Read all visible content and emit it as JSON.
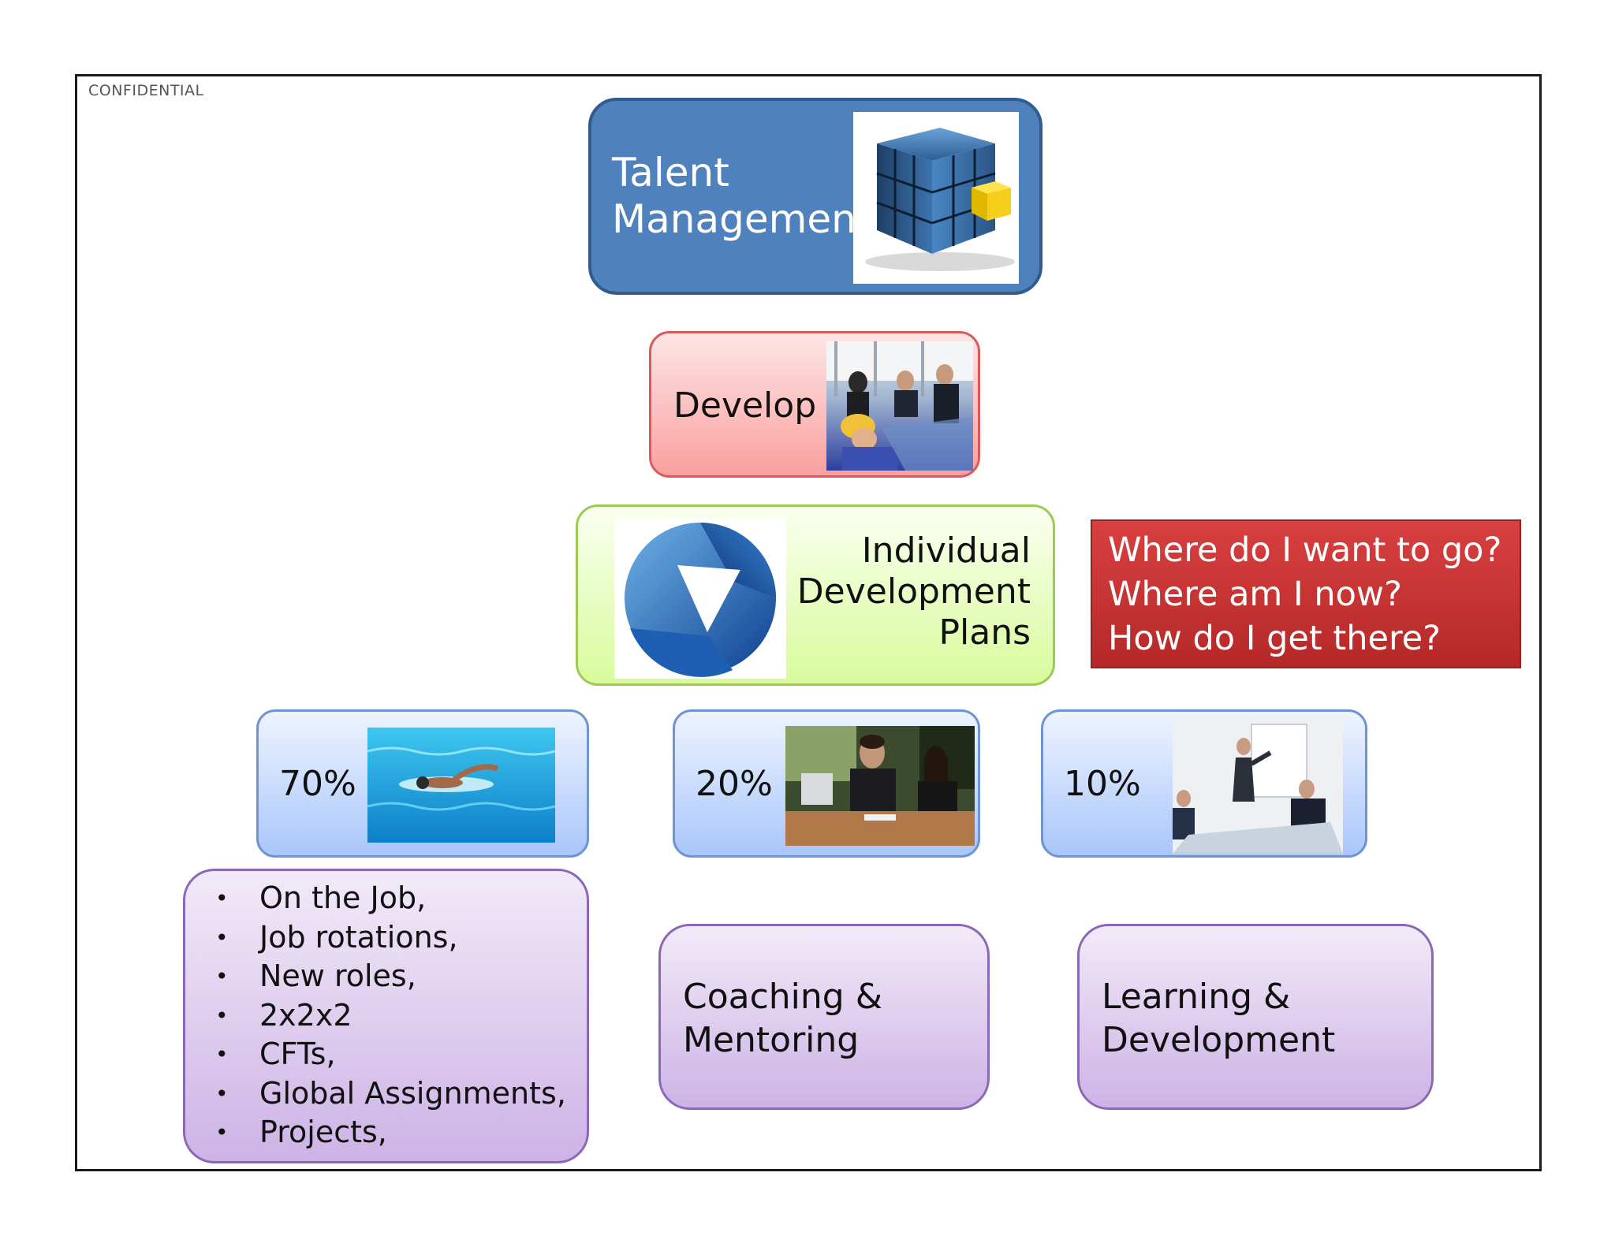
{
  "header": {
    "confidential": "CONFIDENTIAL"
  },
  "talent": {
    "line1": "Talent",
    "line2": "Management"
  },
  "develop": {
    "label": "Develop"
  },
  "idp": {
    "line1": "Individual",
    "line2": "Development",
    "line3": "Plans"
  },
  "questions": {
    "q1": "Where do I want to go?",
    "q2": "Where am I now?",
    "q3": "How do I get there?"
  },
  "split": [
    {
      "pct": "70%"
    },
    {
      "pct": "20%"
    },
    {
      "pct": "10%"
    }
  ],
  "activities": [
    "On the Job,",
    "Job rotations,",
    "New roles,",
    "2x2x2",
    "CFTs,",
    "Global Assignments,",
    "Projects,"
  ],
  "coaching": {
    "line1": "Coaching &",
    "line2": "Mentoring"
  },
  "learning": {
    "line1": "Learning &",
    "line2": "Development"
  },
  "colors": {
    "talent_fill": "#4f81bd",
    "question_fill": "#c83232",
    "idp_fill": "#d8fb9c",
    "develop_fill": "#fb9f9f",
    "pct_fill": "#a9c6fb",
    "purple_fill": "#cdb3e6"
  }
}
